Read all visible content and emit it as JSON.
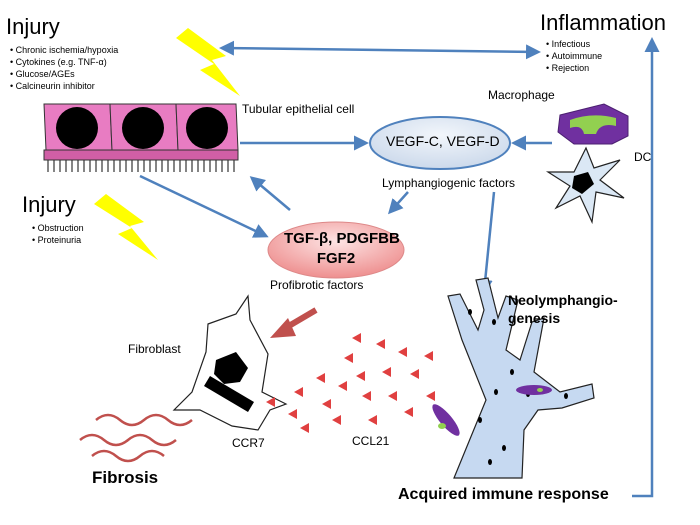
{
  "injury_top": {
    "title": "Injury",
    "items": [
      "Chronic ischemia/hypoxia",
      "Cytokines (e.g. TNF-α)",
      "Glucose/AGEs",
      "Calcineurin inhibitor"
    ]
  },
  "injury_bottom": {
    "title": "Injury",
    "items": [
      "Obstruction",
      "Proteinuria"
    ]
  },
  "inflammation": {
    "title": "Inflammation",
    "items": [
      "Infectious",
      "Autoimmune",
      "Rejection"
    ]
  },
  "labels": {
    "tubular": "Tubular epithelial cell",
    "macrophage": "Macrophage",
    "dc": "DC",
    "vegf": "VEGF-C, VEGF-D",
    "lymphangiogenic": "Lymphangiogenic factors",
    "tgf_line1": "TGF-β, PDGFBB",
    "tgf_line2": "FGF2",
    "profibrotic": "Profibrotic factors",
    "neo_line1": "Neolymphangio-",
    "neo_line2": "genesis",
    "fibroblast": "Fibroblast",
    "ccr7": "CCR7",
    "ccl21": "CCL21",
    "fibrosis": "Fibrosis",
    "acquired": "Acquired immune response"
  },
  "colors": {
    "arrow_blue": "#4f81bd",
    "arrow_red": "#c0504d",
    "lightning": "#ffff00",
    "cell_pink": "#e87cc2",
    "nucleus": "#000000",
    "vegf_fill": "#dbe5f1",
    "tgf_fill": "#f4a7a7",
    "macrophage_purple": "#7030a0",
    "macrophage_green": "#92d050",
    "vessel_fill": "#c6d9f1",
    "chemokine_red": "#e04040",
    "fibrosis_red": "#c0504d"
  },
  "icons": [
    "lightning-icon",
    "macrophage-icon",
    "dendritic-cell-icon",
    "fibroblast-icon",
    "lymphatic-vessel-icon",
    "ccl21-chemokine-icon",
    "fibrosis-fiber-icon",
    "tubular-cell-icon"
  ]
}
